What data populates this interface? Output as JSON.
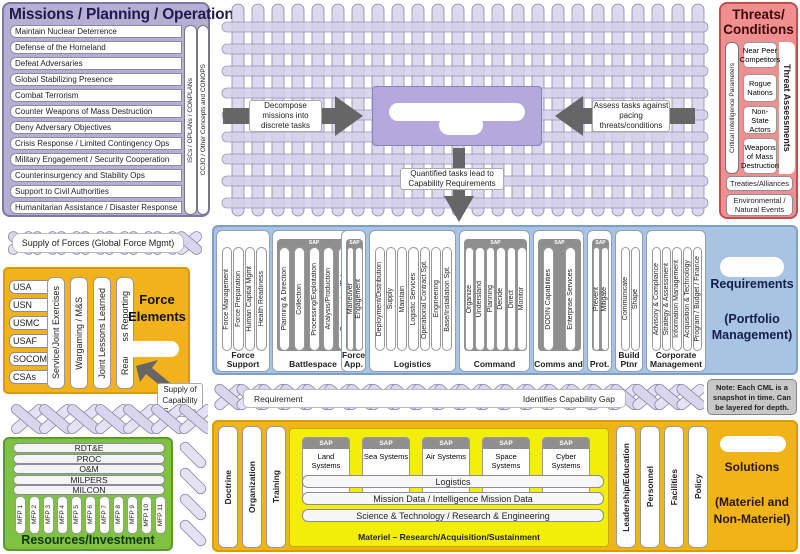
{
  "missions": {
    "title": "Missions / Planning / Operations",
    "items": [
      "Maintain Nuclear Deterrence",
      "Defense of the Homeland",
      "Defeat Adversaries",
      "Global Stabilizing Presence",
      "Combat Terrorism",
      "Counter Weapons of Mass Destruction",
      "Deny Adversary Objectives",
      "Crisis Response / Limited Contingency Ops",
      "Military Engagement / Security Cooperation",
      "Counterinsurgency and Stability Ops",
      "Support to Civil Authorities",
      "Humanitarian Assistance / Disaster Response"
    ],
    "side_bars": [
      "ISCs / OPLANs / CONPLANs",
      "CCJO / Other Concepts and CONOPS"
    ]
  },
  "center": {
    "left_arrow_label": "Decompose missions into discrete tasks",
    "right_arrow_label": "Assess tasks against pacing threats/conditions",
    "down_arrow_label": "Quantified tasks lead to Capability Requirements"
  },
  "threats": {
    "title": "Threats/ Conditions",
    "left_bar": "Critical Intelligence Parameters",
    "right_bar": "Threat Assessments",
    "items": [
      "Near Peer Competitors",
      "Rogue Nations",
      "Non-State Actors",
      "Weapons of Mass Destruction"
    ],
    "extras": [
      "Treaties/Alliances",
      "Environmental / Natural Events"
    ]
  },
  "requirements": {
    "title": "Requirements",
    "subtitle": "(Portfolio Management)",
    "sap_label": "SAP",
    "groups": [
      {
        "label": "Force Support",
        "sap": false,
        "cols": [
          "Force Management",
          "Force Preparation",
          "Human Capital Mgmt",
          "Health Readiness"
        ]
      },
      {
        "label": "Battlespace",
        "sap": true,
        "cols": [
          "Planning & Direction",
          "Collection",
          "Processing/Exploitation",
          "Analysis/Production",
          "Dissemination/Relay"
        ]
      },
      {
        "label": "Force App.",
        "sap": true,
        "cols": [
          "Maneuver",
          "Engagement"
        ]
      },
      {
        "label": "Logistics",
        "sap": false,
        "cols": [
          "Deployment/Distribution",
          "Supply",
          "Maintain",
          "Logistic Services",
          "Operational Contract Spt.",
          "Engineering",
          "Base/Installation Spt."
        ]
      },
      {
        "label": "Command",
        "sap": true,
        "cols": [
          "Organize",
          "Understand",
          "Planning",
          "Decide",
          "Direct",
          "Monitor"
        ]
      },
      {
        "label": "Comms and",
        "sap": true,
        "cols": [
          "DODIN Capabilities",
          "Enterprise Services"
        ]
      },
      {
        "label": "Prot.",
        "sap": true,
        "cols": [
          "Prevent",
          "Mitigate"
        ]
      },
      {
        "label": "Build Ptnr",
        "sap": false,
        "cols": [
          "Communicate",
          "Shape"
        ]
      },
      {
        "label": "Corporate Management",
        "sap": false,
        "cols": [
          "Advisory & Compliance",
          "Strategy & Assessment",
          "Information Management",
          "Acquisition & Technology",
          "Program / Budget / Finance"
        ]
      }
    ]
  },
  "supply_of_forces": "Supply of Forces (Global Force Mgmt)",
  "force_elements": {
    "title": "Force Elements",
    "services": [
      "USA",
      "USN",
      "USMC",
      "USAF",
      "SOCOM",
      "CSAs"
    ],
    "cols": [
      "Service/Joint Exercises",
      "Wargaming / M&S",
      "Joint Lessons Learned",
      "Readiness Reporting"
    ]
  },
  "supply_capability": "Supply of Capability Solutions",
  "gap_bar": {
    "left": "Requirement",
    "right": "Identifies Capability Gap"
  },
  "note": "Note: Each CML is a snapshot in time. Can be layered for depth.",
  "resources": {
    "title": "Resources/Investment",
    "appropriations": [
      "RDT&E",
      "PROC",
      "O&M",
      "MILPERS",
      "MILCON"
    ],
    "mfps": [
      "MFP 1",
      "MFP 2",
      "MFP 3",
      "MFP 4",
      "MFP 5",
      "MFP 6",
      "MFP 7",
      "MFP 8",
      "MFP 9",
      "MFP 10",
      "MFP 11"
    ]
  },
  "solutions": {
    "title": "Solutions",
    "subtitle": "(Materiel and Non-Materiel)",
    "left_cols": [
      "Doctrine",
      "Organization",
      "Training"
    ],
    "right_cols": [
      "Leadership/Education",
      "Personnel",
      "Facilities",
      "Policy"
    ],
    "sap_label": "SAP",
    "systems": [
      "Land Systems",
      "Sea Systems",
      "Air Systems",
      "Space Systems",
      "Cyber Systems"
    ],
    "layers": [
      "Logistics",
      "Mission Data / Intelligence Mission Data",
      "Science & Technology / Research & Engineering"
    ],
    "materiel_label": "Materiel – Research/Acquisition/Sustainment"
  }
}
